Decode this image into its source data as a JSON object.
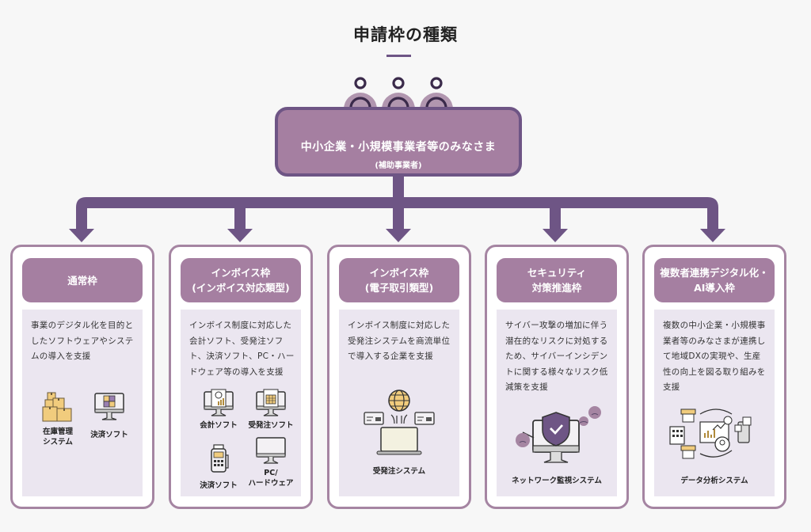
{
  "title": "申請枠の種類",
  "applicant": {
    "name": "中小企業・小規模事業者等のみなさま",
    "sub": "(補助事業者)",
    "icon": "people-group-icon"
  },
  "colors": {
    "accent_dark": "#6e5585",
    "accent": "#a57fa1",
    "card_border": "#a585a2",
    "card_body": "#ebe6f0",
    "icon_yellow": "#f1cc7d"
  },
  "frames": [
    {
      "title_lines": [
        "通常枠"
      ],
      "description": "事業のデジタル化を目的としたソフトウェアやシステムの導入を支援",
      "items": [
        {
          "icon": "boxes-icon",
          "label_lines": [
            "在庫管理",
            "システム"
          ]
        },
        {
          "icon": "calculator-monitor-icon",
          "label_lines": [
            "決済ソフト"
          ]
        }
      ]
    },
    {
      "title_lines": [
        "インボイス枠",
        "(インボイス対応類型)"
      ],
      "description": "インボイス制度に対応した会計ソフト、受発注ソフト、決済ソフト、PC・ハードウェア等の導入を支援",
      "items": [
        {
          "icon": "accounting-monitor-icon",
          "label_lines": [
            "会計ソフト"
          ]
        },
        {
          "icon": "order-monitor-icon",
          "label_lines": [
            "受発注ソフト"
          ]
        },
        {
          "icon": "payment-terminal-icon",
          "label_lines": [
            "決済ソフト"
          ]
        },
        {
          "icon": "pc-monitor-icon",
          "label_lines": [
            "PC/",
            "ハードウェア"
          ]
        }
      ]
    },
    {
      "title_lines": [
        "インボイス枠",
        "(電子取引類型)"
      ],
      "description": "インボイス制度に対応した受発注システムを商流単位で導入する企業を支援",
      "items": [
        {
          "icon": "globe-laptop-icon",
          "label_lines": [
            "受発注システム"
          ]
        }
      ]
    },
    {
      "title_lines": [
        "セキュリティ",
        "対策推進枠"
      ],
      "description": "サイバー攻撃の増加に伴う潜在的なリスクに対処するため、サイバーインシデントに関する様々なリスク低減策を支援",
      "items": [
        {
          "icon": "shield-monitor-icon",
          "label_lines": [
            "ネットワーク監視システム"
          ]
        }
      ]
    },
    {
      "title_lines": [
        "複数者連携デジタル化・",
        "AI導入枠"
      ],
      "description": "複数の中小企業・小規模事業者等のみなさまが連携して地域DXの実現や、生産性の向上を図る取り組みを支援",
      "items": [
        {
          "icon": "data-analysis-icon",
          "label_lines": [
            "データ分析システム"
          ]
        }
      ]
    }
  ]
}
